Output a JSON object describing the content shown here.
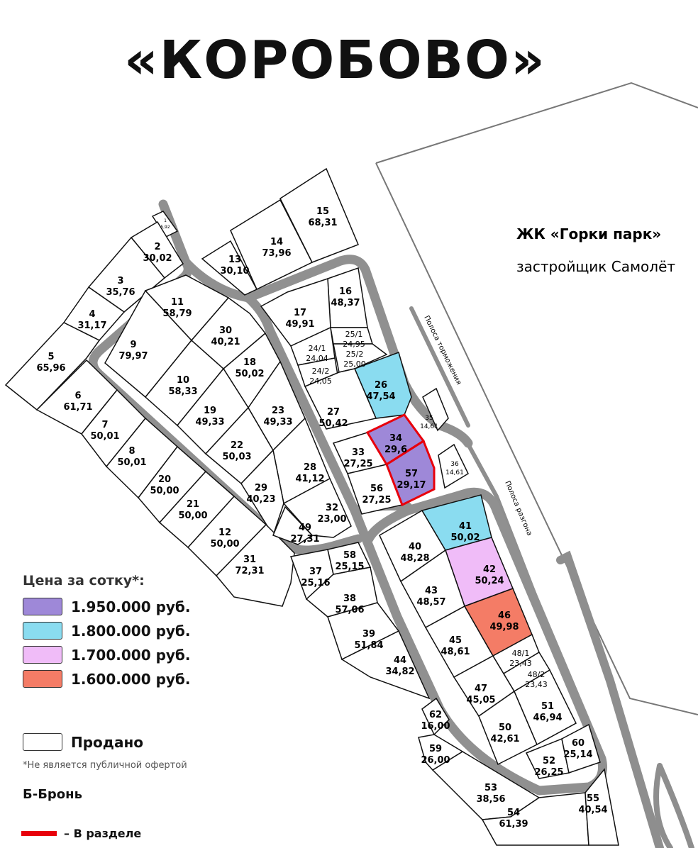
{
  "title": "«КОРОБОВО»",
  "neighbor": {
    "name": "ЖК «Горки парк»",
    "developer": "застройщик Самолёт"
  },
  "lanes": {
    "braking": "Полоса торможения",
    "acceleration": "Полоса разгона"
  },
  "legend": {
    "title": "Цена за сотку*:",
    "prices": [
      {
        "label": "1.950.000 руб.",
        "color": "#9e88d8",
        "key": "p1950"
      },
      {
        "label": "1.800.000 руб.",
        "color": "#8adcf0",
        "key": "p1800"
      },
      {
        "label": "1.700.000 руб.",
        "color": "#f0bcf8",
        "key": "p1700"
      },
      {
        "label": "1.600.000 руб.",
        "color": "#f47c66",
        "key": "p1600"
      }
    ],
    "sold": {
      "label": "Продано",
      "color": "#ffffff"
    },
    "note": "*Не является публичной офертой",
    "reserved": "Б-Бронь",
    "in_partition": {
      "label": "– В разделе",
      "color": "#e8000b"
    }
  },
  "plots": [
    {
      "id": "1",
      "area": "5,92",
      "status": "sold"
    },
    {
      "id": "2",
      "area": "30,02",
      "status": "sold"
    },
    {
      "id": "3",
      "area": "35,76",
      "status": "sold"
    },
    {
      "id": "4",
      "area": "31,17",
      "status": "sold"
    },
    {
      "id": "5",
      "area": "65,96",
      "status": "sold"
    },
    {
      "id": "6",
      "area": "61,71",
      "status": "sold"
    },
    {
      "id": "7",
      "area": "50,01",
      "status": "sold"
    },
    {
      "id": "8",
      "area": "50,01",
      "status": "sold"
    },
    {
      "id": "9",
      "area": "79,97",
      "status": "sold"
    },
    {
      "id": "10",
      "area": "58,33",
      "status": "sold"
    },
    {
      "id": "11",
      "area": "58,79",
      "status": "sold"
    },
    {
      "id": "12",
      "area": "50,00",
      "status": "sold"
    },
    {
      "id": "13",
      "area": "30,10",
      "status": "sold"
    },
    {
      "id": "14",
      "area": "73,96",
      "status": "sold"
    },
    {
      "id": "15",
      "area": "68,31",
      "status": "sold"
    },
    {
      "id": "16",
      "area": "48,37",
      "status": "sold"
    },
    {
      "id": "17",
      "area": "49,91",
      "status": "sold"
    },
    {
      "id": "18",
      "area": "50,02",
      "status": "sold"
    },
    {
      "id": "19",
      "area": "49,33",
      "status": "sold"
    },
    {
      "id": "20",
      "area": "50,00",
      "status": "sold"
    },
    {
      "id": "21",
      "area": "50,00",
      "status": "sold"
    },
    {
      "id": "22",
      "area": "50,03",
      "status": "sold"
    },
    {
      "id": "23",
      "area": "49,33",
      "status": "sold"
    },
    {
      "id": "24/1",
      "area": "24,04",
      "status": "sold"
    },
    {
      "id": "24/2",
      "area": "24,05",
      "status": "sold"
    },
    {
      "id": "25/1",
      "area": "24,95",
      "status": "sold"
    },
    {
      "id": "25/2",
      "area": "25,00",
      "status": "sold"
    },
    {
      "id": "26",
      "area": "47,54",
      "status": "p1800"
    },
    {
      "id": "27",
      "area": "50,42",
      "status": "sold"
    },
    {
      "id": "28",
      "area": "41,12",
      "status": "sold"
    },
    {
      "id": "29",
      "area": "40,23",
      "status": "sold"
    },
    {
      "id": "30",
      "area": "40,21",
      "status": "sold"
    },
    {
      "id": "31",
      "area": "72,31",
      "status": "sold"
    },
    {
      "id": "32",
      "area": "23,00",
      "status": "sold"
    },
    {
      "id": "33",
      "area": "27,25",
      "status": "sold"
    },
    {
      "id": "34",
      "area": "29,6",
      "status": "p1950",
      "partition": true
    },
    {
      "id": "35",
      "area": "14,61",
      "status": "sold"
    },
    {
      "id": "36",
      "area": "14,61",
      "status": "sold"
    },
    {
      "id": "37",
      "area": "25,16",
      "status": "sold"
    },
    {
      "id": "38",
      "area": "57,06",
      "status": "sold"
    },
    {
      "id": "39",
      "area": "51,84",
      "status": "sold"
    },
    {
      "id": "40",
      "area": "48,28",
      "status": "sold"
    },
    {
      "id": "41",
      "area": "50,02",
      "status": "p1800"
    },
    {
      "id": "42",
      "area": "50,24",
      "status": "p1700"
    },
    {
      "id": "43",
      "area": "48,57",
      "status": "sold"
    },
    {
      "id": "44",
      "area": "34,82",
      "status": "sold"
    },
    {
      "id": "45",
      "area": "48,61",
      "status": "sold"
    },
    {
      "id": "46",
      "area": "49,98",
      "status": "p1600"
    },
    {
      "id": "47",
      "area": "45,05",
      "status": "sold"
    },
    {
      "id": "48/1",
      "area": "23,43",
      "status": "sold"
    },
    {
      "id": "48/2",
      "area": "23,43",
      "status": "sold"
    },
    {
      "id": "49",
      "area": "27,31",
      "status": "sold"
    },
    {
      "id": "50",
      "area": "42,61",
      "status": "sold"
    },
    {
      "id": "51",
      "area": "46,94",
      "status": "sold"
    },
    {
      "id": "52",
      "area": "26,25",
      "status": "sold"
    },
    {
      "id": "53",
      "area": "38,56",
      "status": "sold"
    },
    {
      "id": "54",
      "area": "61,39",
      "status": "sold"
    },
    {
      "id": "55",
      "area": "40,54",
      "status": "sold"
    },
    {
      "id": "56",
      "area": "27,25",
      "status": "sold"
    },
    {
      "id": "57",
      "area": "29,17",
      "status": "p1950",
      "partition": true
    },
    {
      "id": "58",
      "area": "25,15",
      "status": "sold"
    },
    {
      "id": "59",
      "area": "26,00",
      "status": "sold"
    },
    {
      "id": "60",
      "area": "25,14",
      "status": "sold"
    },
    {
      "id": "62",
      "area": "16,00",
      "status": "sold"
    }
  ]
}
